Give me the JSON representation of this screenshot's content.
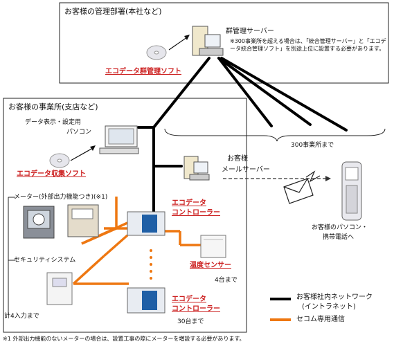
{
  "hq": {
    "title": "お客様の管理部署(本社など)",
    "server_label": "群管理サーバー",
    "server_note": "※300事業所を超える場合は、「統合管理サーバー」と「エコデータ統合管理ソフト」を別途上位に設置する必要があります。",
    "software_label": "エコデータ群管理ソフト"
  },
  "branch": {
    "title": "お客様の事業所(支店など)",
    "pc_label_line1": "データ表示・設定用",
    "pc_label_line2": "パソコン",
    "collect_software": "エコデータ収集ソフト",
    "meter_label": "メーター(外部出力機能つき)(※1)",
    "security_label": "セキュリティシステム",
    "input_count": "計4入力まで"
  },
  "controller1": {
    "line1": "エコデータ",
    "line2": "コントローラー"
  },
  "controller2": {
    "line1": "エコデータ",
    "line2": "コントローラー",
    "count": "30台まで"
  },
  "sensor": {
    "label": "温度センサー",
    "count": "4台まで"
  },
  "offices_note": "300事業所まで",
  "mail_server": {
    "line1": "お客様",
    "line2": "メールサーバー"
  },
  "mobile": {
    "line1": "お客様のパソコン・",
    "line2": "携帯電話へ"
  },
  "legend": {
    "intranet_line1": "お客様社内ネットワーク",
    "intranet_line2": "(イントラネット)",
    "secom_line": "セコム専用通信"
  },
  "footnote": "※1 外部出力機能のないメーターの場合は、設置工事の際にメーターを増設する必要があります。",
  "colors": {
    "network": "#000000",
    "secom": "#ee7711",
    "accent_text": "#cc1f1f"
  }
}
